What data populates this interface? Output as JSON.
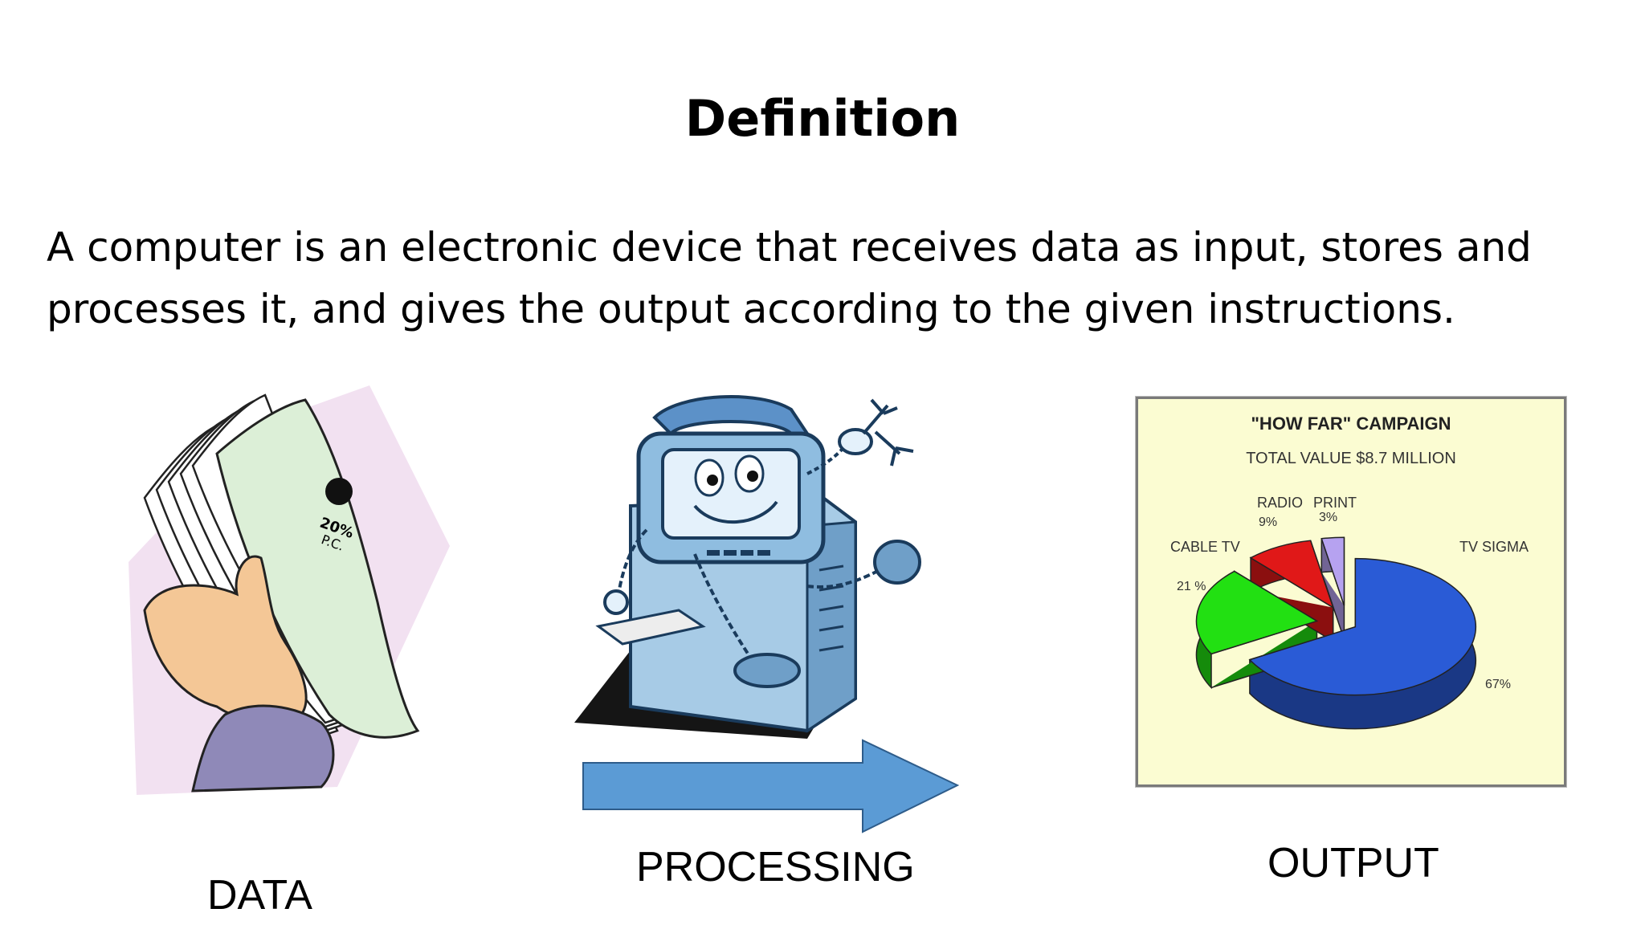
{
  "slide": {
    "title": "Definition",
    "body_line_1": "A computer is an electronic device that receives data as input, stores and",
    "body_line_2": "processes it, and gives the output according to the given instructions."
  },
  "data_panel": {
    "label": "DATA",
    "paper_stamp_line_1": "20%",
    "paper_stamp_line_2": "P.C."
  },
  "processing_panel": {
    "label": "PROCESSING",
    "arrow_color": "#5b9bd5"
  },
  "output_panel": {
    "label": "OUTPUT",
    "chart_data": {
      "type": "pie",
      "title": "\"HOW FAR\" CAMPAIGN",
      "subtitle": "TOTAL VALUE $8.7 MILLION",
      "slices": [
        {
          "label": "TV SIGMA",
          "value_label": "67%",
          "value": 67,
          "color": "#2a5bd6"
        },
        {
          "label": "CABLE TV",
          "value_label": "21 %",
          "value": 21,
          "color": "#22e012"
        },
        {
          "label": "RADIO",
          "value_label": "9%",
          "value": 9,
          "color": "#e01818"
        },
        {
          "label": "PRINT",
          "value_label": "3%",
          "value": 3,
          "color": "#b6a2f0"
        }
      ]
    }
  }
}
